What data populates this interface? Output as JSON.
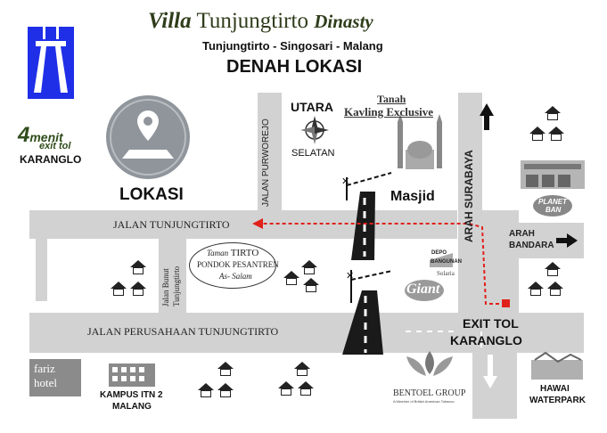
{
  "header": {
    "title_villa": "Villa",
    "title_name": "Tunjungtirto",
    "title_dinasty": "Dinasty",
    "subtitle": "Tunjungtirto - Singosari - Malang",
    "map_title": "DENAH LOKASI"
  },
  "badge": {
    "minutes_num": "4",
    "minutes_word": "menit",
    "exit": "exit tol",
    "place": "KARANGLO"
  },
  "location": {
    "label": "LOKASI",
    "icon": "location-pin-icon"
  },
  "compass": {
    "north": "UTARA",
    "south": "SELATAN",
    "icon": "compass-icon"
  },
  "tanah": {
    "line1": "Tanah",
    "line2": "Kavling Exclusive"
  },
  "masjid": {
    "label": "Masjid"
  },
  "roads": {
    "purworejo": "JALAN PURWOREJO",
    "tunjungtirto": "JALAN TUNJUNGTIRTO",
    "bunut_line1": "Jalan Bunut",
    "bunut_line2": "Tunjungtirto",
    "perusahaan": "JALAN PERUSAHAAN TUNJUNGTIRTO",
    "arah_surabaya": "ARAH SURABAYA",
    "arah_bandara_1": "ARAH",
    "arah_bandara_2": "BANDARA"
  },
  "pondok": {
    "taman": "Taman",
    "tirto": "TIRTO",
    "pondok": "PONDOK PESANTREN",
    "assalam": "As- Salam"
  },
  "exit_tol": {
    "line1": "EXIT TOL",
    "line2": "KARANGLO"
  },
  "landmarks": {
    "planet_ban_1": "PLANET",
    "planet_ban_2": "BAN",
    "depo_1": "DEPO",
    "depo_2": "BANGUNAN",
    "solaria": "Solaria",
    "giant": "Giant",
    "fariz_1": "fariz",
    "fariz_2": "hotel",
    "kampus_1": "KAMPUS ITN 2",
    "kampus_2": "MALANG",
    "bentoel_1": "BENTOEL GROUP",
    "bentoel_2": "A Member of British American Tobacco",
    "hawai_1": "HAWAI",
    "hawai_2": "WATERPARK"
  },
  "colors": {
    "road": "#d2d2d2",
    "route": "#e0201b",
    "highway_blue": "#1f2fe8",
    "pin_circle": "#8f959b",
    "title_green": "#2f3d1b"
  }
}
